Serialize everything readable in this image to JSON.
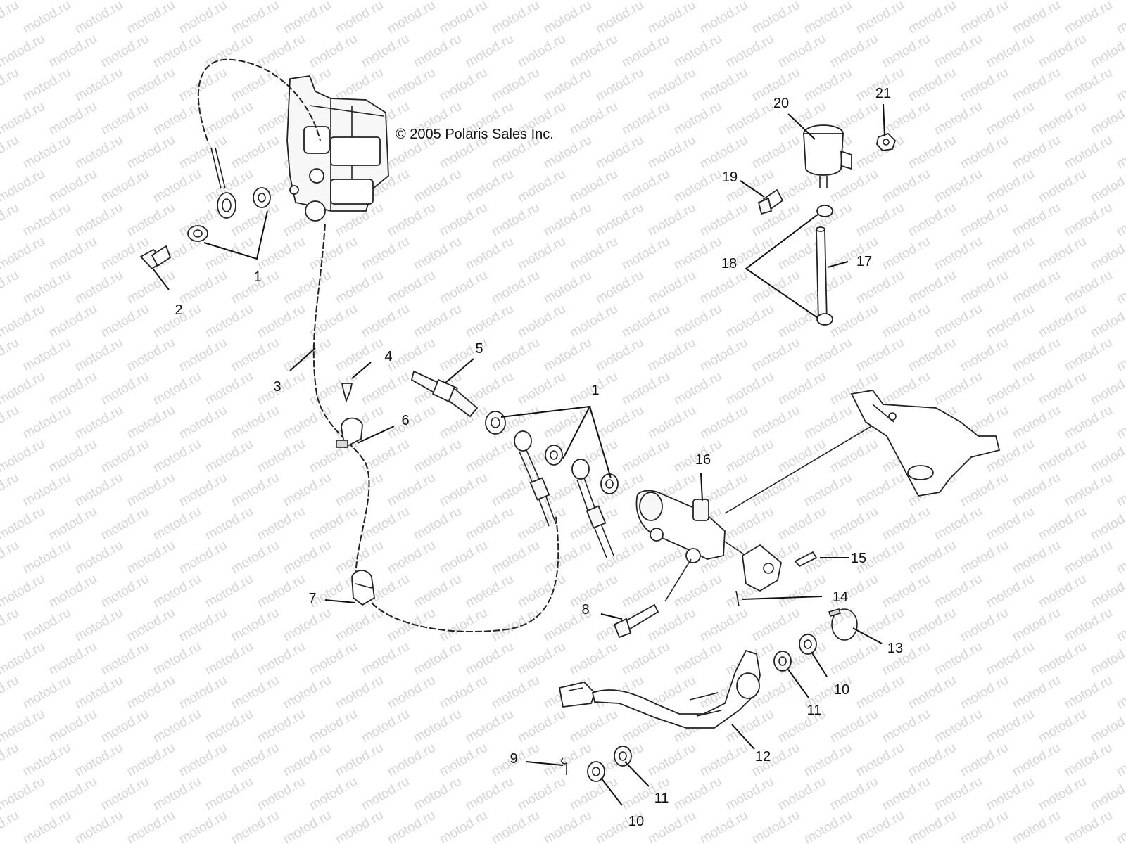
{
  "copyright": "© 2005 Polaris Sales Inc.",
  "watermark": "motod.ru",
  "callouts": [
    "1",
    "2",
    "3",
    "4",
    "5",
    "1",
    "6",
    "7",
    "8",
    "9",
    "10",
    "11",
    "12",
    "13",
    "10",
    "11",
    "14",
    "15",
    "16",
    "17",
    "18",
    "19",
    "20",
    "21"
  ]
}
